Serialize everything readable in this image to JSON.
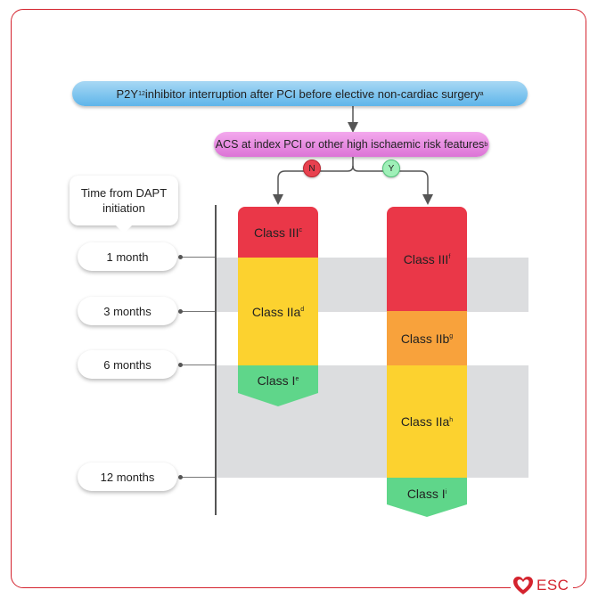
{
  "header": {
    "title_pre": "P2Y",
    "title_sub": "12",
    "title_post": " inhibitor interruption after PCI before elective non-cardiac surgery",
    "title_sup": "a"
  },
  "question": {
    "text": "ACS at index PCI or other high ischaemic risk features",
    "sup": "b"
  },
  "branches": {
    "no": "N",
    "yes": "Y"
  },
  "timeline": {
    "heading": "Time from DAPT initiation",
    "labels": [
      "1 month",
      "3 months",
      "6 months",
      "12 months"
    ]
  },
  "left_column": [
    {
      "label": "Class III",
      "sup": "c",
      "color": "#ea3748"
    },
    {
      "label": "Class IIa",
      "sup": "d",
      "color": "#fcd22f"
    },
    {
      "label": "Class I",
      "sup": "e",
      "color": "#5fd68a"
    }
  ],
  "right_column": [
    {
      "label": "Class III",
      "sup": "f",
      "color": "#ea3748"
    },
    {
      "label": "Class IIb",
      "sup": "g",
      "color": "#f8a23c"
    },
    {
      "label": "Class IIa",
      "sup": "h",
      "color": "#fcd22f"
    },
    {
      "label": "Class I",
      "sup": "i",
      "color": "#5fd68a"
    }
  ],
  "brand": {
    "logo_text": "ESC",
    "accent": "#d4232e"
  }
}
